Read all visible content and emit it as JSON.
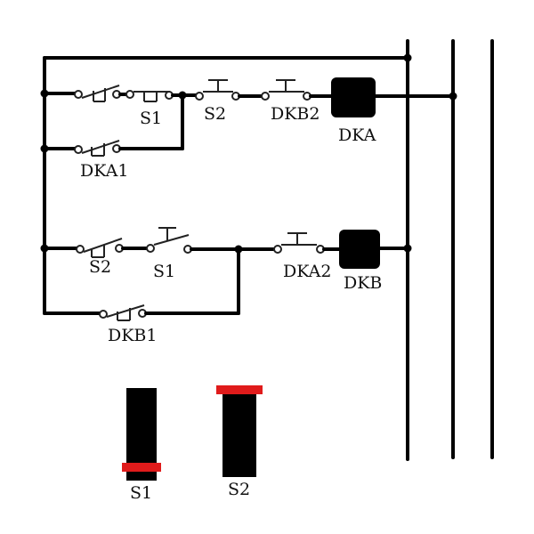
{
  "diagram": {
    "labels": {
      "s1_top": "S1",
      "s2_top": "S2",
      "dkb2": "DKB2",
      "dka": "DKA",
      "dka1": "DKA1",
      "s2_mid": "S2",
      "s1_mid": "S1",
      "dka2": "DKA2",
      "dkb": "DKB",
      "dkb1": "DKB1",
      "btn_s1": "S1",
      "btn_s2": "S2"
    },
    "colors": {
      "wire": "#000000",
      "coil": "#000000",
      "button_cap": "#e01b1b"
    }
  }
}
